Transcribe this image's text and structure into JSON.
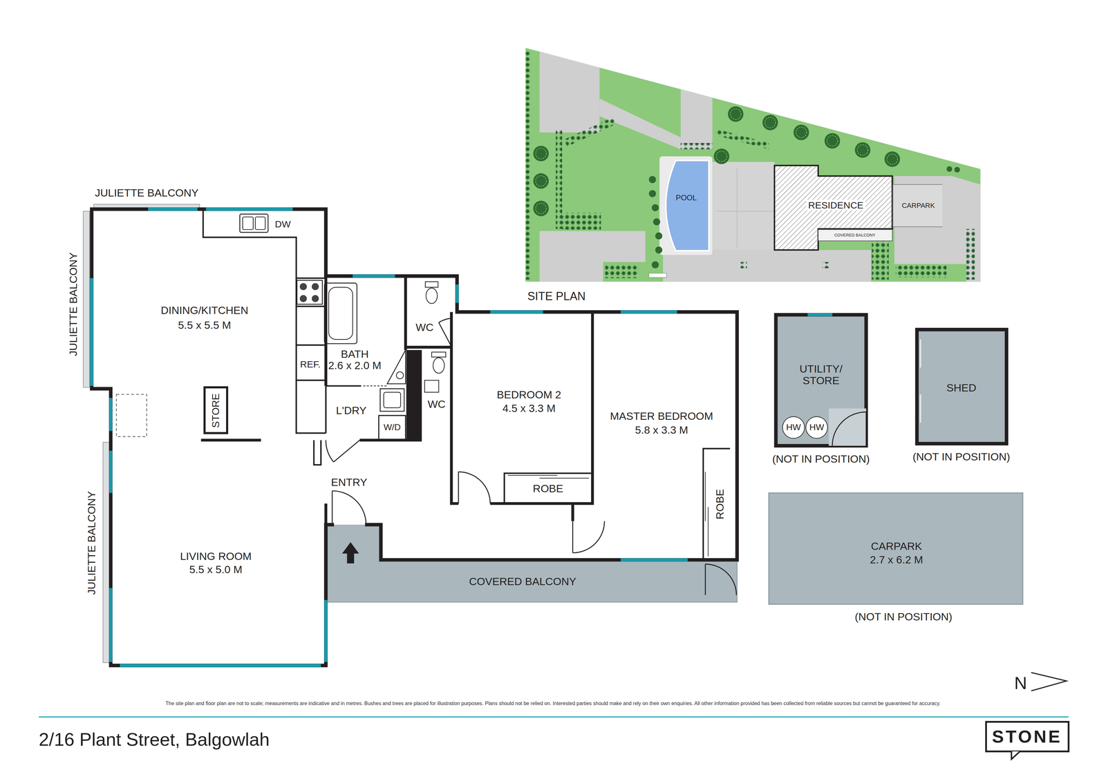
{
  "diagram": {
    "title": "2/16 Plant Street, Balgowlah",
    "caption": "The site plan and floor plan are not to scale; measurements are indicative and in metres. Bushes and trees are placed for illustration purposes. Plans should not be relied on. Interested parties should make and rely on their own enquiries. All other information provided has been collected from reliable sources but cannot be guaranteed for accuracy.",
    "nodes": [
      {
        "text": [
          "SITE PLAN"
        ]
      },
      {
        "text": [
          "POOL"
        ],
        "in": 0
      },
      {
        "text": [
          "RESIDENCE"
        ],
        "in": 0
      },
      {
        "text": [
          "CARPARK"
        ],
        "in": 0
      },
      {
        "text": [
          "COVERED BALCONY"
        ],
        "in": 0
      },
      {
        "text": [
          "DINING/KITCHEN",
          "5.5 x 5.5 M"
        ]
      },
      {
        "text": [
          "STORE"
        ],
        "in": 5
      },
      {
        "text": [
          "BATH",
          "2.6 x 2.0 M"
        ]
      },
      {
        "text": [
          "WC"
        ]
      },
      {
        "text": [
          "BEDROOM 2",
          "4.5 x 3.3 M"
        ]
      },
      {
        "text": [
          "MASTER BEDROOM",
          "5.8 x 3.3 M"
        ]
      },
      {
        "text": [
          "UTILITY/ STORE",
          "(NOT IN POSITION)"
        ]
      },
      {
        "text": [
          "HW"
        ],
        "in": 11
      },
      {
        "text": [
          "HW"
        ],
        "in": 11
      },
      {
        "text": [
          "SHED",
          "(NOT IN POSITION)"
        ]
      },
      {
        "text": [
          "L'DRY"
        ]
      },
      {
        "text": [
          "W/D"
        ],
        "in": 15
      },
      {
        "text": [
          "WC"
        ]
      },
      {
        "text": [
          "ROBE"
        ],
        "in": 9
      },
      {
        "text": [
          "ROBE"
        ],
        "in": 10
      },
      {
        "text": [
          "LIVING ROOM",
          "5.5 x 5.0 M"
        ]
      },
      {
        "text": [
          "CARPARK",
          "2.7 x 6.2 M",
          "(NOT IN POSITION)"
        ]
      },
      {
        "text": [
          "COVERED BALCONY"
        ]
      }
    ],
    "labels": [
      "JULIETTE BALCONY",
      "DW",
      "JULIETTE BALCONY",
      "REF.",
      "ENTRY",
      "JULIETTE BALCONY",
      "N",
      "STONE"
    ]
  }
}
